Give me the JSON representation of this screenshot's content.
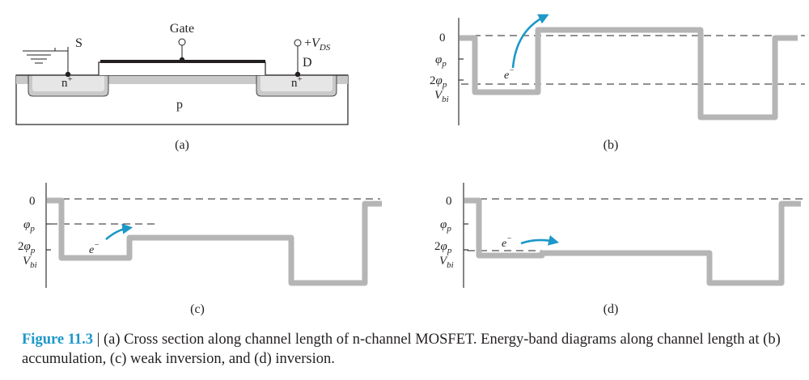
{
  "panel_a": {
    "gate_label": "Gate",
    "source_label": "S",
    "drain_label": "D",
    "vds_prefix": "+",
    "vds_var": "V",
    "vds_sub": "DS",
    "n_plus_left": "n",
    "n_plus_right": "n",
    "plus_sup": "+",
    "substrate_label": "p",
    "panel_label": "(a)"
  },
  "panel_b": {
    "zero": "0",
    "phi_sym": "φ",
    "phi_sub": "p",
    "two": "2",
    "vbi_var": "V",
    "vbi_sub": "bi",
    "electron": "e",
    "minus": "−",
    "panel_label": "(b)"
  },
  "panel_c": {
    "zero": "0",
    "phi_sym": "φ",
    "phi_sub": "p",
    "two": "2",
    "vbi_var": "V",
    "vbi_sub": "bi",
    "electron": "e",
    "minus": "−",
    "panel_label": "(c)"
  },
  "panel_d": {
    "zero": "0",
    "phi_sym": "φ",
    "phi_sub": "p",
    "two": "2",
    "vbi_var": "V",
    "vbi_sub": "bi",
    "electron": "e",
    "minus": "−",
    "panel_label": "(d)"
  },
  "caption": {
    "figure_number": "Figure 11.3",
    "separator": " | ",
    "text": "(a) Cross section along channel length of n-channel MOSFET. Energy-band diagrams along channel length at (b) accumulation, (c) weak inversion, and (d) inversion."
  },
  "colors": {
    "accent": "#1c98c9",
    "band": "#b5b5b5",
    "ink": "#231f20"
  }
}
